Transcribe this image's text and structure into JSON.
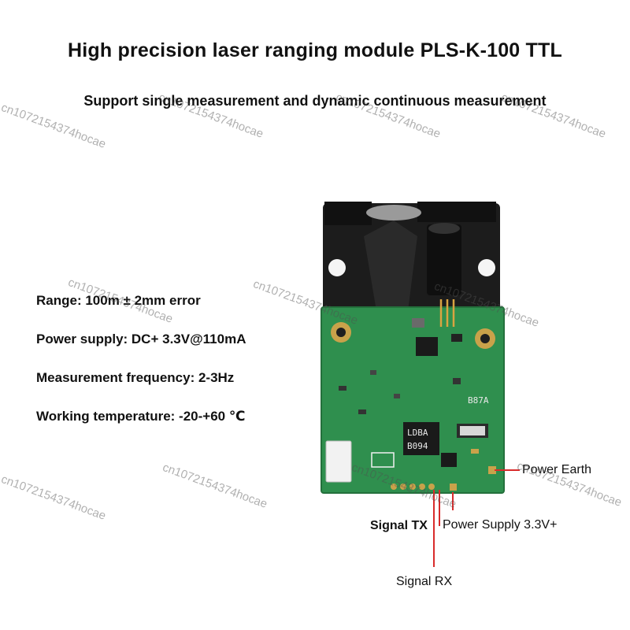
{
  "title": "High precision laser ranging module PLS-K-100 TTL",
  "subtitle": "Support single measurement and dynamic continuous measurement",
  "specs": [
    "Range: 100m ± 2mm error",
    "Power supply: DC+ 3.3V@110mA",
    "Measurement frequency: 2-3Hz",
    "Working temperature: -20-+60 ℃"
  ],
  "pins": {
    "power_earth": "Power Earth",
    "signal_tx": "Signal TX",
    "power_supply": "Power Supply 3.3V+",
    "signal_rx": "Signal RX"
  },
  "board": {
    "chip_line1": "LDBA",
    "chip_line2": "B094",
    "silkscreen": "B87A"
  },
  "watermark": "cn1072154374hocae",
  "colors": {
    "pcb_green": "#2f8f4e",
    "housing_black": "#1a1a1a",
    "pin_marker_red": "#d92b2b"
  }
}
